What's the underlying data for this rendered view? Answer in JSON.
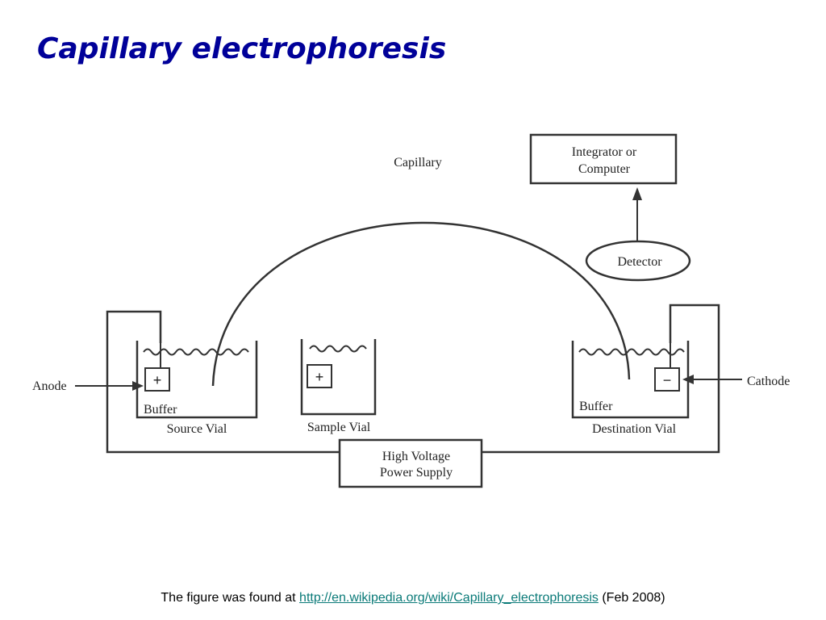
{
  "title": "Capillary electrophoresis",
  "diagram": {
    "capillary": "Capillary",
    "integrator_line1": "Integrator  or",
    "integrator_line2": "Computer",
    "detector": "Detector",
    "anode": "Anode",
    "cathode": "Cathode",
    "buffer_left": "Buffer",
    "buffer_right": "Buffer",
    "source_vial": "Source Vial",
    "sample_vial": "Sample Vial",
    "destination_vial": "Destination Vial",
    "power_line1": "High Voltage",
    "power_line2": "Power Supply",
    "plus_sign": "+",
    "minus_sign": "−"
  },
  "caption": {
    "prefix": "The figure was found at ",
    "link": "http://en.wikipedia.org/wiki/Capillary_electrophoresis",
    "suffix": " (Feb 2008)"
  }
}
